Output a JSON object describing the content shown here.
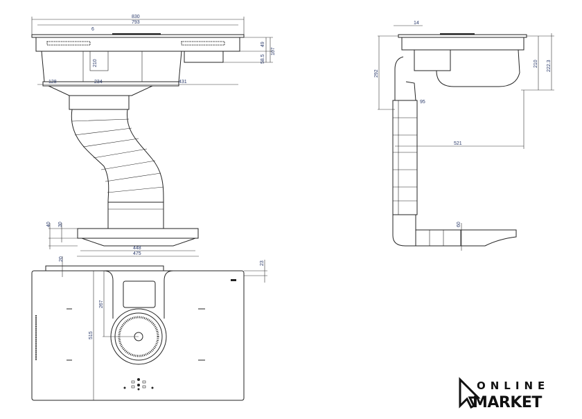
{
  "front_view": {
    "dimensions": {
      "overall_width": "830",
      "glass_width": "793",
      "glass_thickness": "6",
      "body_height": "49",
      "total_height": "107",
      "box_height": "58.5",
      "depth": "210",
      "left_offset": "128",
      "mid_offset": "234",
      "right_offset": "431"
    }
  },
  "side_view": {
    "dimensions": {
      "edge": "14",
      "height_to_duct": "292",
      "body_height": "210",
      "total_height": "222.3",
      "duct_width": "95",
      "duct_offset": "521",
      "duct_height": "60"
    }
  },
  "plinth_view": {
    "dimensions": {
      "height_40": "40",
      "height_30": "30",
      "inner_width": "448",
      "outer_width": "475"
    }
  },
  "top_view": {
    "dimensions": {
      "back_offset": "20",
      "edge_offset": "23",
      "center_distance": "267",
      "depth": "515"
    }
  },
  "logo": {
    "line1": "ONLINE",
    "line2": "MARKET"
  }
}
